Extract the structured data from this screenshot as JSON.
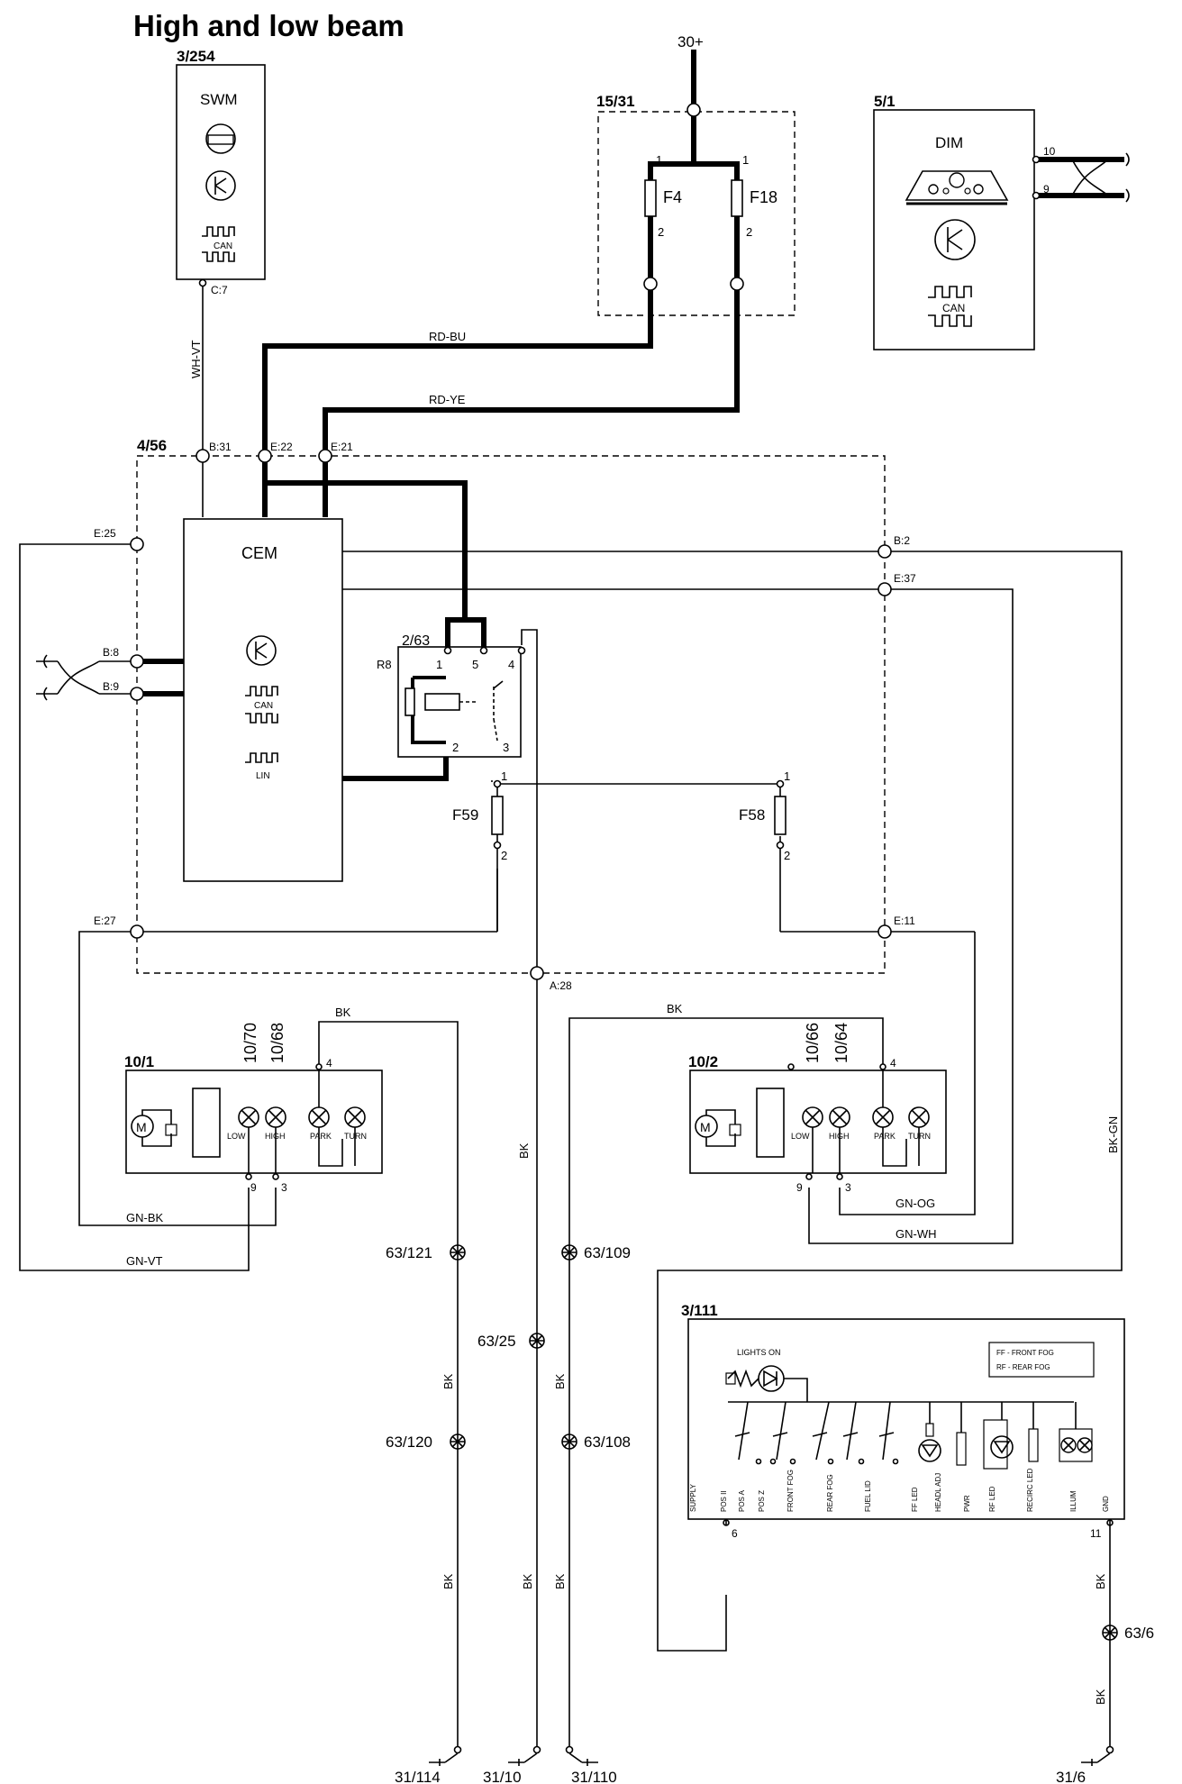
{
  "title": "High and low beam",
  "labels": {
    "supply": "30+",
    "swm_id": "3/254",
    "swm_name": "SWM",
    "can": "CAN",
    "lin": "LIN",
    "swm_pin": "C:7",
    "fusebox_id": "15/31",
    "f4": "F4",
    "f18": "F18",
    "pin1": "1",
    "pin2": "2",
    "pin3": "3",
    "pin4": "4",
    "pin5": "5",
    "pin6": "6",
    "pin9": "9",
    "pin10": "10",
    "pin11": "11",
    "dim_id": "5/1",
    "dim_name": "DIM",
    "cem_module_id": "4/56",
    "cem_name": "CEM",
    "b31": "B:31",
    "e22": "E:22",
    "e21": "E:21",
    "e25": "E:25",
    "b2": "B:2",
    "e37": "E:37",
    "b8": "B:8",
    "b9": "B:9",
    "e27": "E:27",
    "e11": "E:11",
    "a28": "A:28",
    "relay_id": "2/63",
    "relay_name": "R8",
    "f59": "F59",
    "f58": "F58",
    "lamp_left_id": "10/1",
    "lamp_right_id": "10/2",
    "bulb_left_a": "10/70",
    "bulb_left_b": "10/68",
    "bulb_right_a": "10/66",
    "bulb_right_b": "10/64",
    "low": "LOW",
    "high": "HIGH",
    "park": "PARK",
    "turn": "TURN",
    "motor": "M",
    "switch_id": "3/111",
    "lights_on": "LIGHTS ON",
    "ff_note": "FF - FRONT FOG",
    "rf_note": "RF - REAR FOG",
    "sw_supply": "SUPPLY",
    "sw_pos_ii": "POS II",
    "sw_pos_a": "POS A",
    "sw_pos_z": "POS Z",
    "sw_front_fog": "FRONT FOG",
    "sw_rear_fog": "REAR FOG",
    "sw_fuel_lid": "FUEL LID",
    "sw_ff_led": "FF LED",
    "sw_headl_adj": "HEADL ADJ",
    "sw_pwr": "PWR",
    "sw_rf_led": "RF LED",
    "sw_recirc": "RECIRC LED",
    "sw_illum": "ILLUM",
    "sw_gnd": "GND",
    "g_121": "63/121",
    "g_120": "63/120",
    "g_25": "63/25",
    "g_109": "63/109",
    "g_108": "63/108",
    "g_6": "63/6",
    "gnd_114": "31/114",
    "gnd_10": "31/10",
    "gnd_110": "31/110",
    "gnd_6": "31/6"
  },
  "wires": {
    "rd_bu": "RD-BU",
    "rd_ye": "RD-YE",
    "wh_vt": "WH-VT",
    "bk": "BK",
    "gn_bk": "GN-BK",
    "gn_vt": "GN-VT",
    "gn_og": "GN-OG",
    "gn_wh": "GN-WH",
    "bk_gn": "BK-GN"
  }
}
